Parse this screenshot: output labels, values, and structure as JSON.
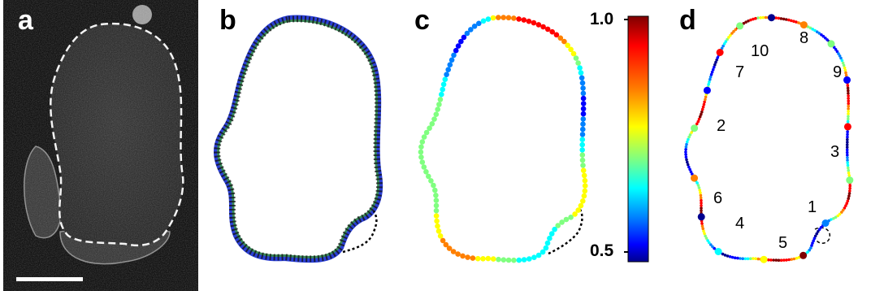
{
  "panels": {
    "a": {
      "letter": "a"
    },
    "b": {
      "letter": "b"
    },
    "c": {
      "letter": "c"
    },
    "d": {
      "letter": "d"
    }
  },
  "colorbar": {
    "max_label": "1.0",
    "min_label": "0.5",
    "stops": [
      "#7f0000",
      "#ff0000",
      "#ff8000",
      "#ffff00",
      "#80ff80",
      "#00ffff",
      "#0080ff",
      "#0000ff",
      "#00008f"
    ]
  },
  "sites": {
    "labels": [
      "1",
      "2",
      "3",
      "4",
      "5",
      "6",
      "7",
      "8",
      "9",
      "10"
    ]
  },
  "colors": {
    "outline_blue": "#2b3fd6",
    "outline_green": "#3a8a5a",
    "dash_black": "#000000"
  }
}
